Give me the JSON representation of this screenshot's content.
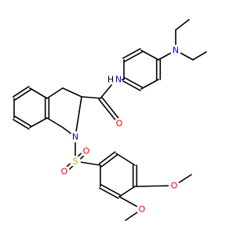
{
  "molecule": {
    "atom_labels": {
      "n_diethylamino": "N",
      "n_amide": "N",
      "h_amide": "H",
      "o_carbonyl": "O",
      "n_ring": "N",
      "s_sulfonyl": "S",
      "o_sulfonyl_top": "O",
      "o_sulfonyl_bottom": "O",
      "o_methoxy_4": "O",
      "o_methoxy_3": "O"
    },
    "colors": {
      "bond": "#000000",
      "nitrogen": "#0000ff",
      "oxygen": "#ff0000",
      "sulfur": "#b3b300",
      "carbon_label": "#000000"
    }
  }
}
